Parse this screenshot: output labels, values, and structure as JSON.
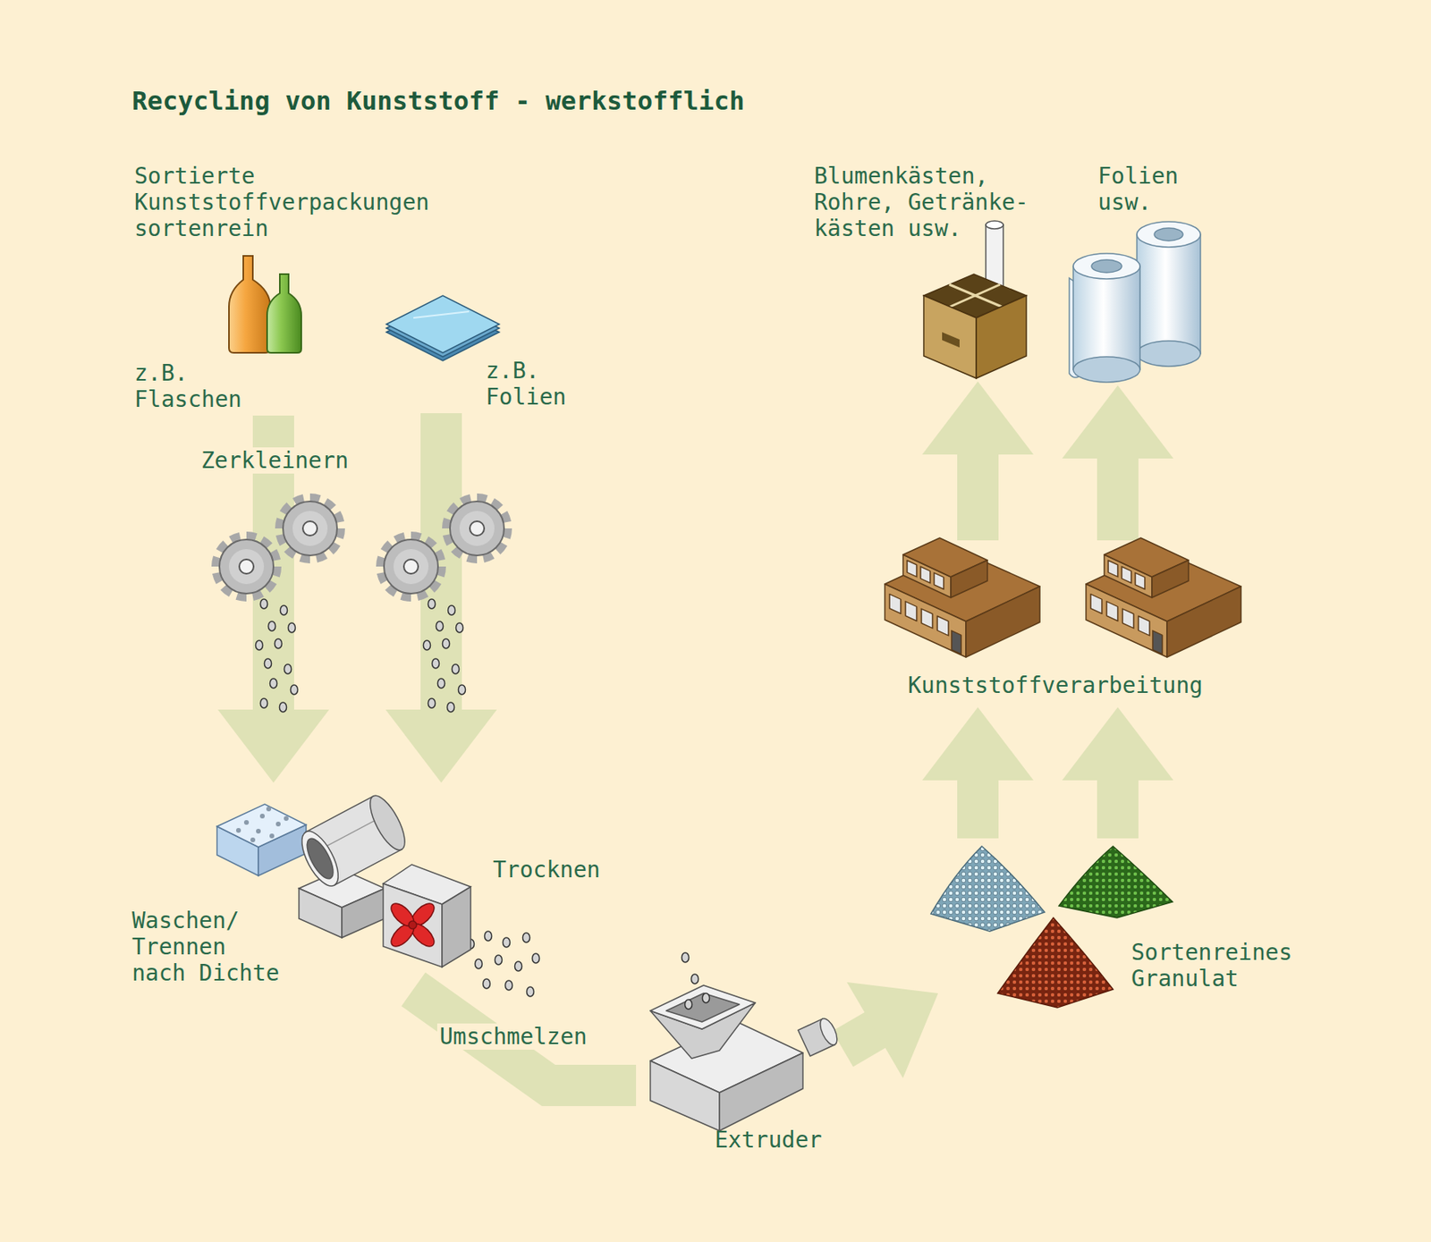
{
  "diagram": {
    "title": "Recycling von Kunststoff - werkstofflich",
    "nodes": [
      {
        "text": [
          "z.B. Flaschen"
        ]
      },
      {
        "text": [
          "z.B. Folien"
        ]
      },
      {
        "text": [
          "Waschen/ Trennen nach Dichte",
          "Trocknen"
        ]
      },
      {
        "text": [
          "Extruder"
        ]
      },
      {
        "text": [
          "Sortenreines Granulat"
        ]
      },
      {
        "text": [
          "Kunststoffverarbeitung"
        ]
      },
      {
        "text": [
          "Blumenkästen, Rohre, Getränke- kästen usw."
        ]
      },
      {
        "text": [
          "Folien usw."
        ]
      }
    ],
    "edges": [
      {
        "from": 0,
        "to": 2,
        "arrow": "to",
        "label": "Zerkleinern"
      },
      {
        "from": 1,
        "to": 2,
        "arrow": "to"
      },
      {
        "from": 2,
        "to": 3,
        "arrow": "none",
        "label": "Umschmelzen"
      },
      {
        "from": 3,
        "to": 4,
        "arrow": "to"
      },
      {
        "from": 4,
        "to": 5,
        "arrow": "to"
      },
      {
        "from": 4,
        "to": 5,
        "arrow": "to"
      },
      {
        "from": 5,
        "to": 6,
        "arrow": "to"
      },
      {
        "from": 5,
        "to": 7,
        "arrow": "to"
      }
    ],
    "labels": [
      "Sortierte Kunststoffverpackungen sortenrein"
    ]
  }
}
